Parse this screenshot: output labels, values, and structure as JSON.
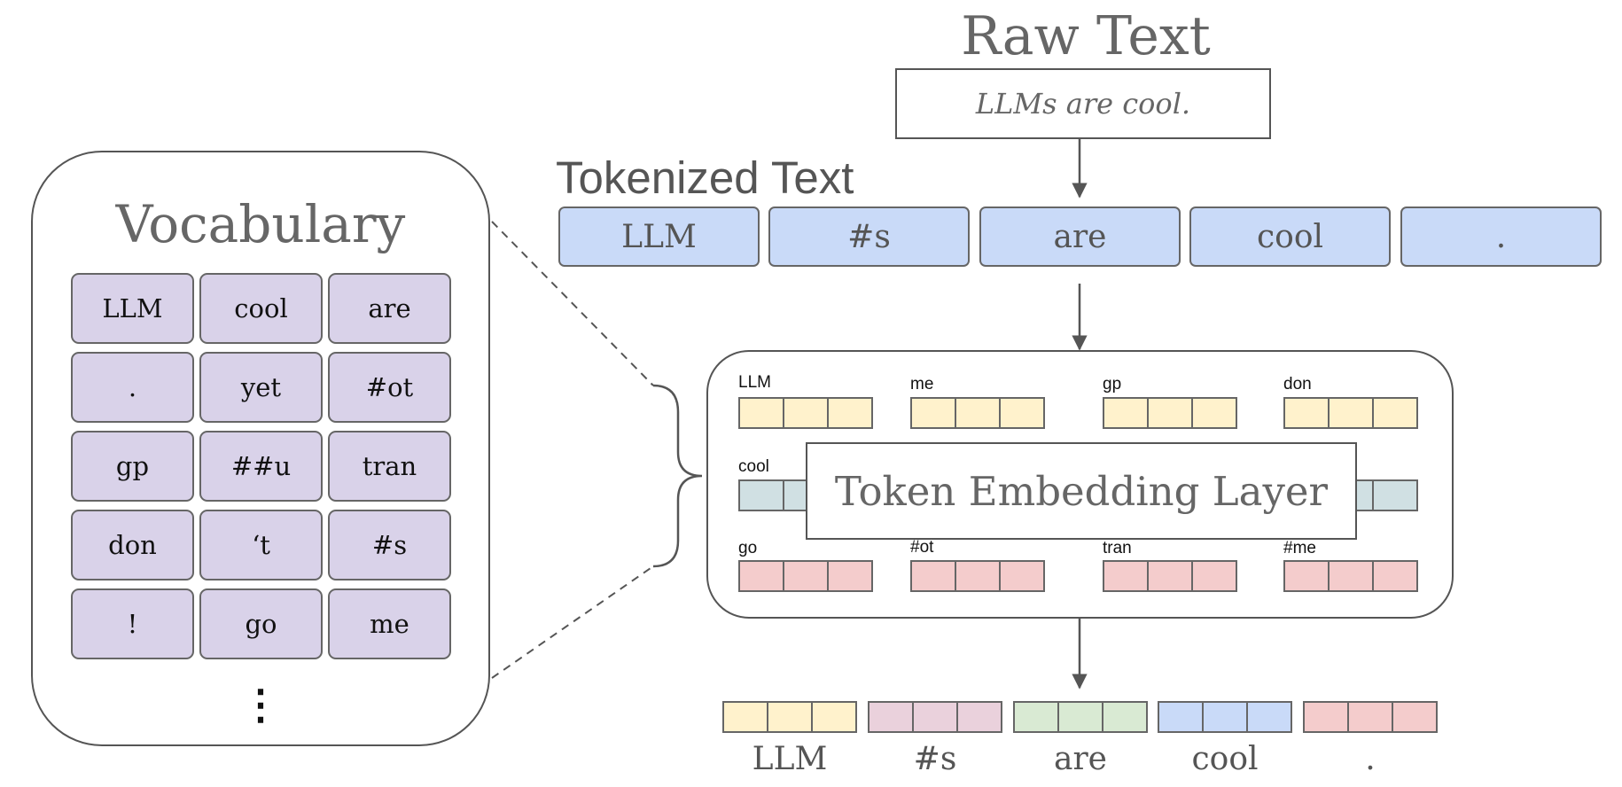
{
  "raw_text": {
    "title": "Raw Text",
    "sentence": "LLMs are cool."
  },
  "tokenized_text": {
    "title": "Tokenized Text",
    "tokens": [
      "LLM",
      "#s",
      "are",
      "cool",
      "."
    ]
  },
  "vocabulary": {
    "title": "Vocabulary",
    "rows": [
      [
        "LLM",
        "cool",
        "are"
      ],
      [
        ".",
        "yet",
        "#ot"
      ],
      [
        "gp",
        "##u",
        "tran"
      ],
      [
        "don",
        "‘t",
        "#s"
      ],
      [
        "!",
        "go",
        "me"
      ]
    ],
    "ellipsis": "⋮"
  },
  "embedding_layer": {
    "title": "Token Embedding Layer",
    "rows": [
      {
        "labels": [
          "LLM",
          "me",
          "gp",
          "don"
        ],
        "color": "#fff2cc"
      },
      {
        "labels": [
          "cool",
          "",
          "",
          ""
        ],
        "color": "#d0e0e3"
      },
      {
        "labels": [
          "go",
          "#ot",
          "tran",
          "#me"
        ],
        "color": "#f4cccc"
      }
    ]
  },
  "output": {
    "labels": [
      "LLM",
      "#s",
      "are",
      "cool",
      "."
    ],
    "colors": [
      "#fff2cc",
      "#ead1dc",
      "#d9ead3",
      "#c9daf8",
      "#f4cccc"
    ]
  },
  "colors": {
    "stroke": "#555555",
    "token_fill": "#c9daf8",
    "vocab_fill": "#d9d2e9",
    "text_gray": "#666666"
  }
}
